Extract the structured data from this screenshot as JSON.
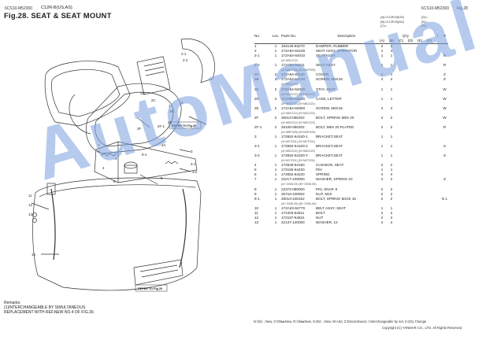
{
  "header": {
    "left_code": "6CS10-M52300",
    "model": "C12R-B(US,AS)",
    "fig_title": "Fig.28.  SEAT & SEAT MOUNT",
    "right_code": "6CS10-M52300",
    "right_fig": "Fig.28",
    "variants_left": [
      "(A)=C12R-B(US)",
      "(B)=C12R-B(AS)",
      "(C)="
    ],
    "variants_right": [
      "(D)=",
      "(E)=",
      "(F)="
    ]
  },
  "watermark": "AutoManual",
  "diagram": {
    "refer_top": "REFER TO Fig.20",
    "refer_bottom": "REFER TO Fig.20",
    "callouts": [
      "2A",
      "2B",
      "2C",
      "2D",
      "2E",
      "2F",
      "2F-1",
      "3-1",
      "3-2",
      "4",
      "5",
      "6",
      "7",
      "8",
      "9",
      "9-1",
      "10",
      "11",
      "12",
      "13",
      "2",
      "1",
      "2-1",
      "2-2",
      "3"
    ]
  },
  "remarks": {
    "title": "Remarks:",
    "text": "(1)INTERCHANGEABLE BY SIMULTANEOUS REPLACEMENT WITH REF.NEW NO.4 OF FIG.30."
  },
  "table": {
    "headers": {
      "no": "No.",
      "lev": "Lev.",
      "part": "Parts No.",
      "desc": "Description",
      "qty": "Q'ty",
      "i": "I",
      "r": "R",
      "cols": [
        "(A)",
        "(B)",
        "(C)",
        "(D)",
        "(E)",
        "(F)"
      ]
    },
    "rows": [
      {
        "type": "item",
        "no": "1",
        "lev": "1",
        "part": "194140-83270",
        "desc": "DAMPER, RUBBER",
        "a": "2",
        "b": "2",
        "r": ""
      },
      {
        "type": "item",
        "no": "2",
        "lev": "1",
        "part": "172A54-64100",
        "desc": "SEAT ASSY, OPERATOR",
        "a": "1",
        "b": "1",
        "r": ""
      },
      {
        "type": "item",
        "no": "2-1",
        "lev": "1",
        "part": "172A54-64010",
        "desc": "SEAT ASSY",
        "a": "1",
        "b": "1",
        "r": "N"
      },
      {
        "type": "sub",
        "text": "(A+M52222)"
      },
      {
        "type": "item",
        "no": "2-2",
        "lev": "1",
        "part": "172A54-64011",
        "desc": "SEAT ASSY",
        "a": "1",
        "b": "1",
        "r": "R"
      },
      {
        "type": "sub",
        "text": "(A+M6F005)          (B+M6F005)"
      },
      {
        "type": "item",
        "no": "2A",
        "lev": "2",
        "part": "172A54-64110",
        "desc": "COVER",
        "a": "1",
        "b": "1",
        "r": "Z"
      },
      {
        "type": "item",
        "no": "2B",
        "lev": "2",
        "part": "172A54-64120",
        "desc": "SCREW, M5X16",
        "a": "4",
        "b": "4",
        "r": "Z"
      },
      {
        "type": "sub",
        "text": "(A+M52222)"
      },
      {
        "type": "item",
        "no": "2C",
        "lev": "2",
        "part": "172A54-64020",
        "desc": "STAY, SEAT",
        "a": "1",
        "b": "1",
        "r": "W"
      },
      {
        "type": "sub",
        "text": "(A+M52222)          (B+M52222)"
      },
      {
        "type": "item",
        "no": "2D",
        "lev": "2",
        "part": "172A54-64030",
        "desc": "CASE, LETTER",
        "a": "1",
        "b": "1",
        "r": "W"
      },
      {
        "type": "sub",
        "text": "(A+M52222)          (B+M52222)"
      },
      {
        "type": "item",
        "no": "2E",
        "lev": "2",
        "part": "172A54-64050",
        "desc": "SCREW, M6X16",
        "a": "4",
        "b": "4",
        "r": "W"
      },
      {
        "type": "sub",
        "text": "(A+M52222)          (B+M52222)"
      },
      {
        "type": "item",
        "no": "2F",
        "lev": "2",
        "part": "26013-080202",
        "desc": "BOLT, SPRING M8X 20",
        "a": "2",
        "b": "2",
        "r": "W"
      },
      {
        "type": "sub",
        "text": "(A+M52222)          (B+M52222)"
      },
      {
        "type": "item",
        "no": "2F-1",
        "lev": "2",
        "part": "26106-080202",
        "desc": "BOLT, M8X 20 PLATED",
        "a": "2",
        "b": "2",
        "r": "R"
      },
      {
        "type": "sub",
        "text": "(A+M6F005)          (B+M6F005)"
      },
      {
        "type": "item",
        "no": "3",
        "lev": "1",
        "part": "172652-64100-1",
        "desc": "BRACKET,SEAT",
        "a": "1",
        "b": "1",
        "r": ""
      },
      {
        "type": "sub",
        "text": "(A+M27001)          (B+M27001)"
      },
      {
        "type": "item",
        "no": "3-1",
        "lev": "1",
        "part": "172652-64100-2",
        "desc": "BRACKET,SEAT",
        "a": "1",
        "b": "1",
        "r": "S"
      },
      {
        "type": "sub",
        "text": "(A+M52222)          (B+M52222)"
      },
      {
        "type": "item",
        "no": "3-2",
        "lev": "1",
        "part": "172652-64100-Y",
        "desc": "BRACKET,SEAT",
        "a": "1",
        "b": "1",
        "r": "S"
      },
      {
        "type": "sub",
        "text": "(A+M27001)          (B+M27001)"
      },
      {
        "type": "item",
        "no": "4",
        "lev": "1",
        "part": "172649-64150",
        "desc": "CUSHION, SEAT",
        "a": "2",
        "b": "2",
        "r": ""
      },
      {
        "type": "item",
        "no": "5",
        "lev": "1",
        "part": "172150-64420",
        "desc": "PIN",
        "a": "1",
        "b": "1",
        "r": ""
      },
      {
        "type": "item",
        "no": "6",
        "lev": "1",
        "part": "172652-64220",
        "desc": "SPRING",
        "a": "4",
        "b": "4",
        "r": ""
      },
      {
        "type": "item",
        "no": "7",
        "lev": "1",
        "part": "22217-100000",
        "desc": "WASHER, SPRING 10",
        "a": "2",
        "b": "2",
        "r": "Z"
      },
      {
        "type": "sub",
        "text": "(A+'2006.05)          (B+'2006.05)"
      },
      {
        "type": "item",
        "no": "8",
        "lev": "1",
        "part": "22372-080000",
        "desc": "PIN, SNAP, 8",
        "a": "2",
        "b": "2",
        "r": ""
      },
      {
        "type": "item",
        "no": "9",
        "lev": "1",
        "part": "26716-100002",
        "desc": "NUT, M10",
        "a": "2",
        "b": "2",
        "r": ""
      },
      {
        "type": "item",
        "no": "9-1",
        "lev": "1",
        "part": "26013-100162",
        "desc": "BOLT, SPRING M10X 16",
        "a": "2",
        "b": "2",
        "r": "N 1"
      },
      {
        "type": "sub",
        "text": "(A+'2006.05)          (B+'2006.05)"
      },
      {
        "type": "item",
        "no": "10",
        "lev": "1",
        "part": "172A23-64770",
        "desc": "BELT ASSY, SEAT",
        "a": "1",
        "b": "1",
        "r": ""
      },
      {
        "type": "item",
        "no": "11",
        "lev": "1",
        "part": "172403-84511",
        "desc": "BOLT",
        "a": "2",
        "b": "2",
        "r": ""
      },
      {
        "type": "item",
        "no": "12",
        "lev": "1",
        "part": "172167-64831",
        "desc": "NUT",
        "a": "2",
        "b": "2",
        "r": ""
      },
      {
        "type": "item",
        "no": "13",
        "lev": "1",
        "part": "22137-120000",
        "desc": "WASHER, 12",
        "a": "4",
        "b": "4",
        "r": ""
      }
    ]
  },
  "footer": {
    "legend": "N:Old→New, O:Old⇄New, R:Old⇄New, S:Old→New, W:Add, Z:Discontinued, I:Interchangeable by set, K:Q'ty Change",
    "copyright": "Copyright (C) YANMAR CO., LTD. All Rights Reserved."
  }
}
